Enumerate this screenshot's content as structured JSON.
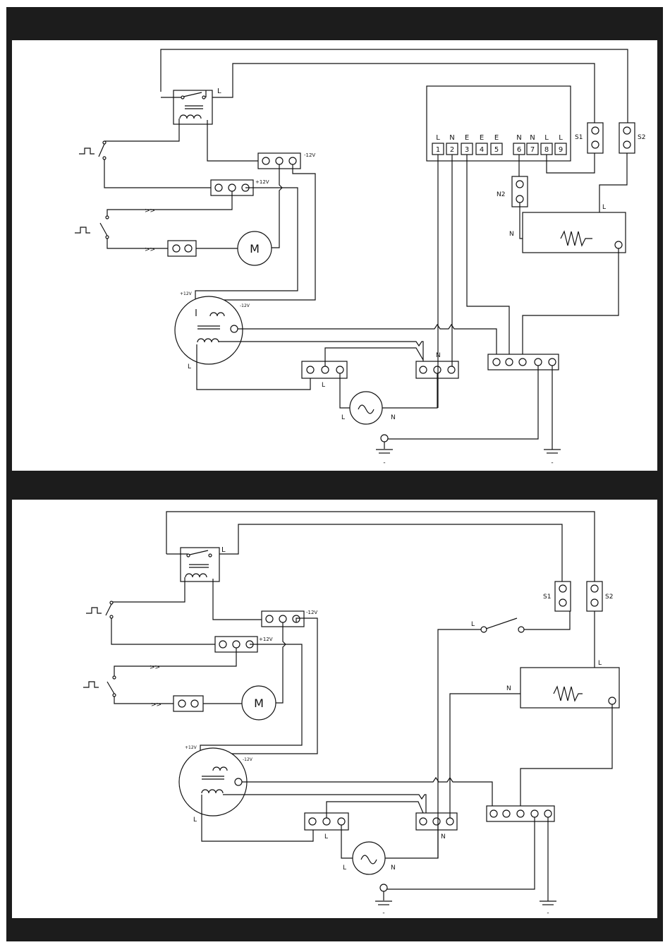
{
  "diagrams": [
    {
      "relay_label": "L",
      "terminal_minus": "-12V",
      "terminal_plus": "+12V",
      "motor_label": "M",
      "transformer_plus": "+12V",
      "transformer_minus": "-12V",
      "transformer_L": "L",
      "block_left_label": "L",
      "block_mid_label": "N",
      "source_L": "L",
      "source_N": "N",
      "heater_L": "L",
      "heater_N": "N",
      "ground_left": "-",
      "ground_right": "-",
      "s1": "S1",
      "s2": "S2",
      "n2": "N2",
      "controller_labels": [
        "L",
        "N",
        "E",
        "E",
        "E",
        "N",
        "N",
        "L",
        "L"
      ],
      "controller_numbers": [
        "1",
        "2",
        "3",
        "4",
        "5",
        "6",
        "7",
        "8",
        "9"
      ]
    },
    {
      "relay_label": "L",
      "terminal_minus": "-12V",
      "terminal_plus": "+12V",
      "motor_label": "M",
      "transformer_plus": "+12V",
      "transformer_minus": "-12V",
      "transformer_L": "L",
      "block_left_label": "L",
      "block_mid_label": "N",
      "source_L": "L",
      "source_N": "N",
      "heater_L": "L",
      "heater_N": "N",
      "ground_left": "-",
      "ground_right": "-",
      "s1": "S1",
      "s2": "S2",
      "switch_L": "L"
    }
  ]
}
